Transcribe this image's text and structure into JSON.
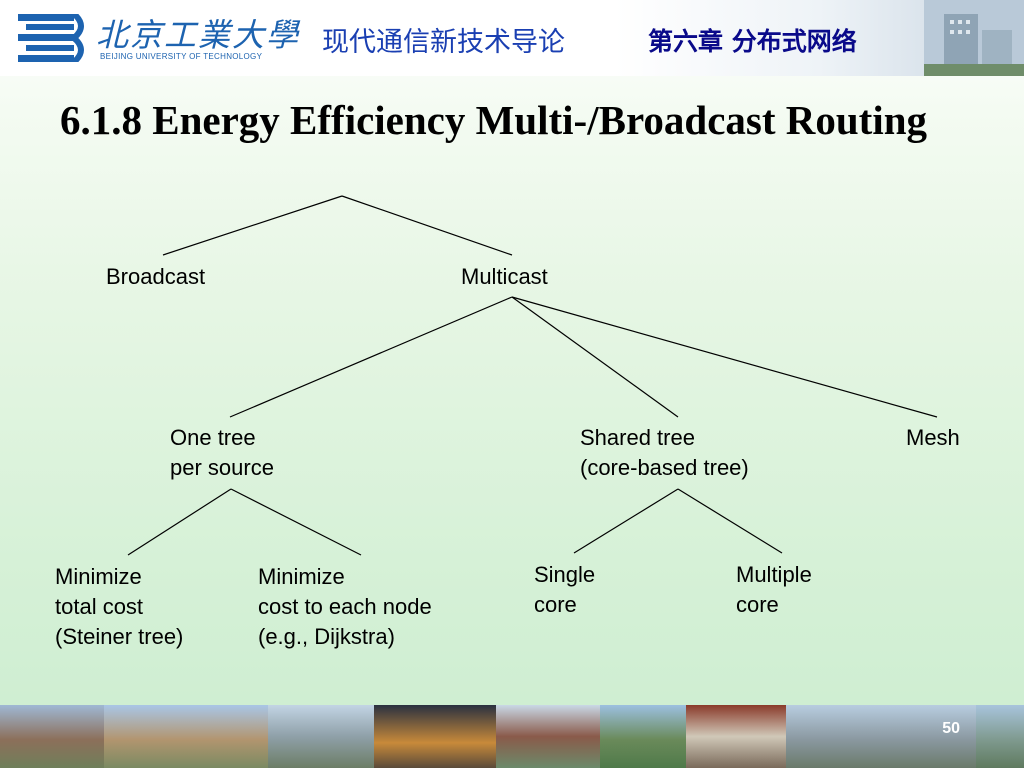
{
  "header": {
    "logo_cn": "北京工業大學",
    "logo_en": "BEIJING UNIVERSITY OF TECHNOLOGY",
    "course_title": "现代通信新技术导论",
    "chapter_title": "第六章 分布式网络"
  },
  "slide": {
    "title": "6.1.8 Energy Efficiency Multi-/Broadcast Routing",
    "page_number": "50"
  },
  "tree": {
    "broadcast": "Broadcast",
    "multicast": "Multicast",
    "one_tree": [
      "One tree",
      "per source"
    ],
    "shared_tree": [
      "Shared tree",
      "(core-based tree)"
    ],
    "mesh": "Mesh",
    "minimize_total": [
      "Minimize",
      "total cost",
      "(Steiner tree)"
    ],
    "minimize_each": [
      "Minimize",
      "cost to each node",
      "(e.g., Dijkstra)"
    ],
    "single_core": [
      "Single",
      "core"
    ],
    "multiple_core": [
      "Multiple",
      "core"
    ]
  },
  "colors": {
    "brand_blue": "#1d63b0",
    "course_blue": "#1a3fb2",
    "chapter_navy": "#0a0a8a"
  }
}
